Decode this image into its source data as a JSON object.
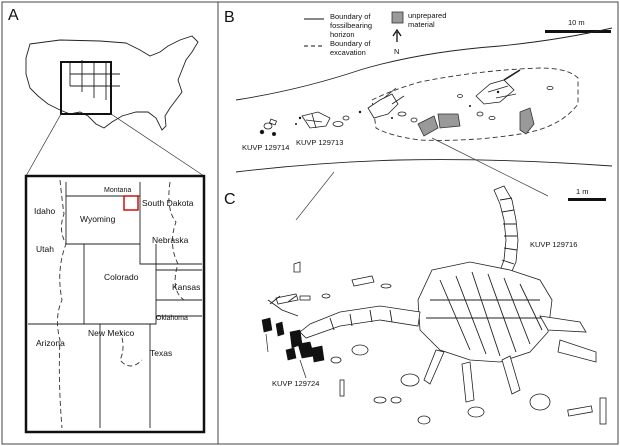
{
  "panels": {
    "a": {
      "letter": "A"
    },
    "b": {
      "letter": "B"
    },
    "c": {
      "letter": "C"
    }
  },
  "inset_map": {
    "states": {
      "idaho": "Idaho",
      "montana": "Montana",
      "wyoming": "Wyoming",
      "south_dakota": "South Dakota",
      "nebraska": "Nebraska",
      "utah": "Utah",
      "colorado": "Colorado",
      "kansas": "Kansas",
      "oklahoma": "Oklahoma",
      "arizona": "Arizona",
      "new_mexico": "New Mexico",
      "texas": "Texas"
    }
  },
  "legend": {
    "solid_line": "Boundary of fossilbearing horizon",
    "solid_line_lines": [
      "Boundary of",
      "fossilbearing",
      "horizon"
    ],
    "dashed_line_lines": [
      "Boundary of",
      "excavation"
    ],
    "gray_box_lines": [
      "unprepared",
      "material"
    ],
    "north": "N"
  },
  "site_map": {
    "scale_bar": "10 m",
    "specimens": {
      "kuvp_129714": "KUVP 129714",
      "kuvp_129713": "KUVP 129713"
    }
  },
  "detail_map": {
    "scale_bar": "1 m",
    "specimens": {
      "kuvp_129716": "KUVP 129716",
      "kuvp_129724": "KUVP 129724"
    }
  },
  "colors": {
    "outline": "#222222",
    "highlight_box": "#cc0000",
    "unprepared": "#999999",
    "border": "#444444"
  }
}
